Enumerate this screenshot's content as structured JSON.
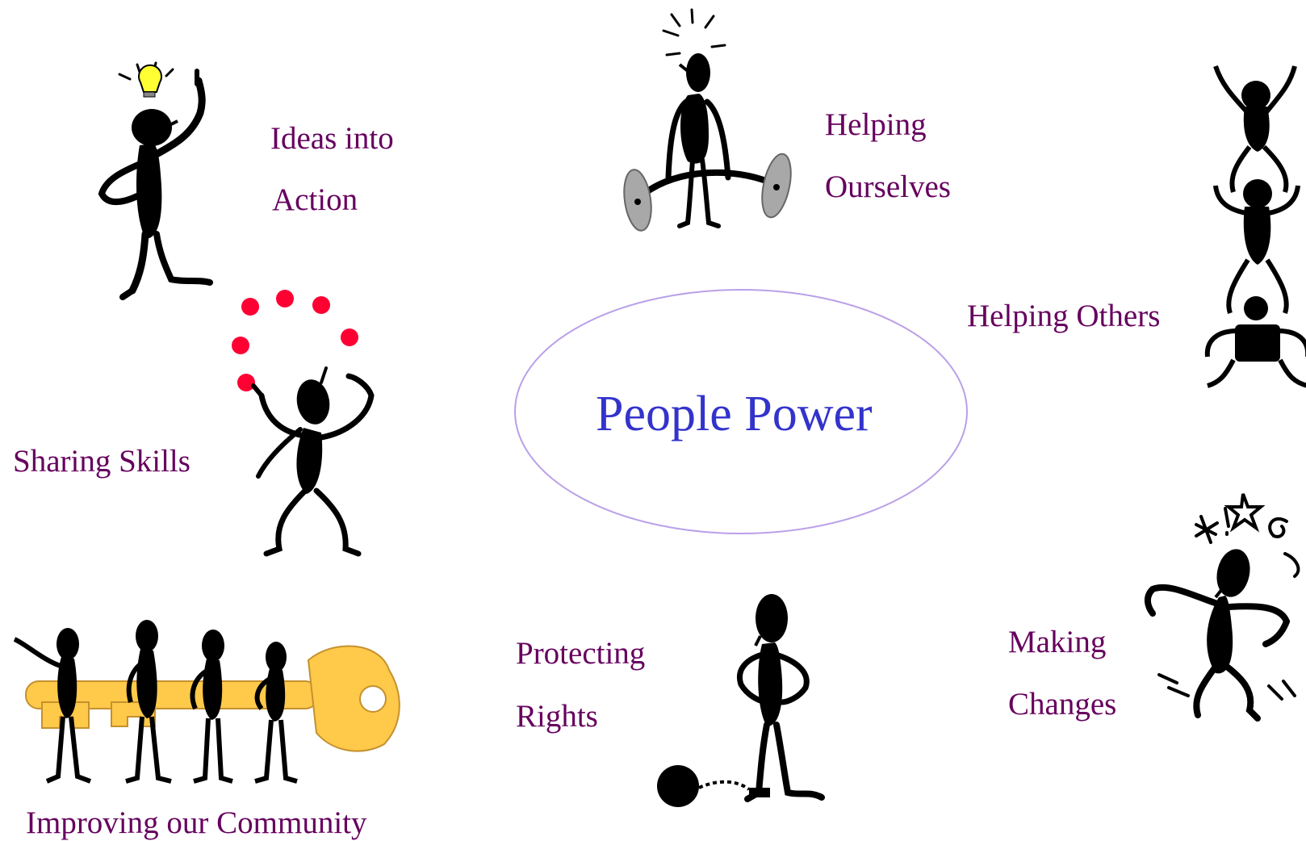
{
  "center": {
    "title": "People Power",
    "title_color": "#3333cc",
    "ellipse_color": "#b9a0e8"
  },
  "label_color": "#66005e",
  "labels": {
    "ideas_line1": "Ideas into",
    "ideas_line2": "Action",
    "helping_ourselves_line1": "Helping",
    "helping_ourselves_line2": "Ourselves",
    "helping_others": "Helping Others",
    "sharing_skills": "Sharing Skills",
    "protecting_line1": "Protecting",
    "protecting_line2": "Rights",
    "making_line1": "Making",
    "making_line2": "Changes",
    "improving": "Improving our Community"
  },
  "icons": [
    "idea-figure-icon",
    "lightbulb-icon",
    "weightlifter-icon",
    "barbell-icon",
    "human-pyramid-icon",
    "juggler-icon",
    "juggling-balls-icon",
    "ball-and-chain-figure-icon",
    "frustrated-figure-icon",
    "key-team-icon",
    "golden-key-icon"
  ]
}
